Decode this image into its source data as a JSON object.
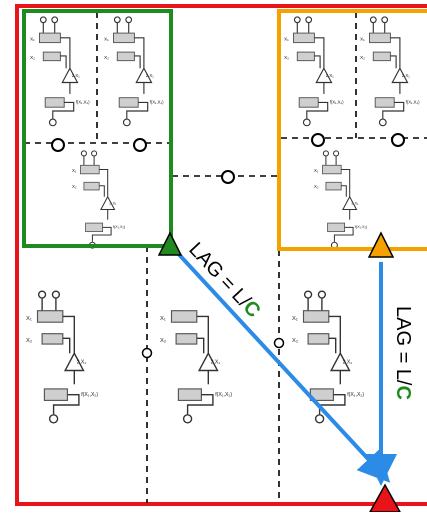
{
  "diagram": {
    "arrow_labels": {
      "diagonal": {
        "prefix": "LAG = L/",
        "suffix": "C"
      },
      "vertical": {
        "prefix": "LAG = L/",
        "suffix": "C"
      }
    },
    "colors": {
      "outer_frame": "#e8141a",
      "green_region": "#1f8a1f",
      "orange_region": "#f5a200",
      "blue_arrow": "#2b8be6",
      "green_marker": "#1f8a1f",
      "orange_marker": "#f5a200",
      "red_marker": "#e8141a",
      "label_green_c": "#1f8a1f"
    },
    "cell_labels": [
      "X₁",
      "X₂",
      "f(X₁,X₂)",
      "f(X₁,X₂)",
      "2 X₁",
      "X₂"
    ]
  }
}
